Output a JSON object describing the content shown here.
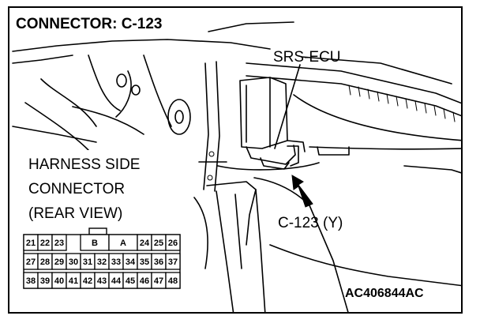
{
  "title": "CONNECTOR: C-123",
  "ecu_label": "SRS-ECU",
  "harness_lines": [
    "HARNESS SIDE",
    "CONNECTOR",
    "(REAR VIEW)"
  ],
  "connector_label": "C-123 (Y)",
  "figure_code": "AC406844AC",
  "pins": {
    "row1": [
      "21",
      "22",
      "23",
      "B",
      "A",
      "24",
      "25",
      "26"
    ],
    "row2": [
      "27",
      "28",
      "29",
      "30",
      "31",
      "32",
      "33",
      "34",
      "35",
      "36",
      "37"
    ],
    "row3": [
      "38",
      "39",
      "40",
      "41",
      "42",
      "43",
      "44",
      "45",
      "46",
      "47",
      "48"
    ]
  }
}
